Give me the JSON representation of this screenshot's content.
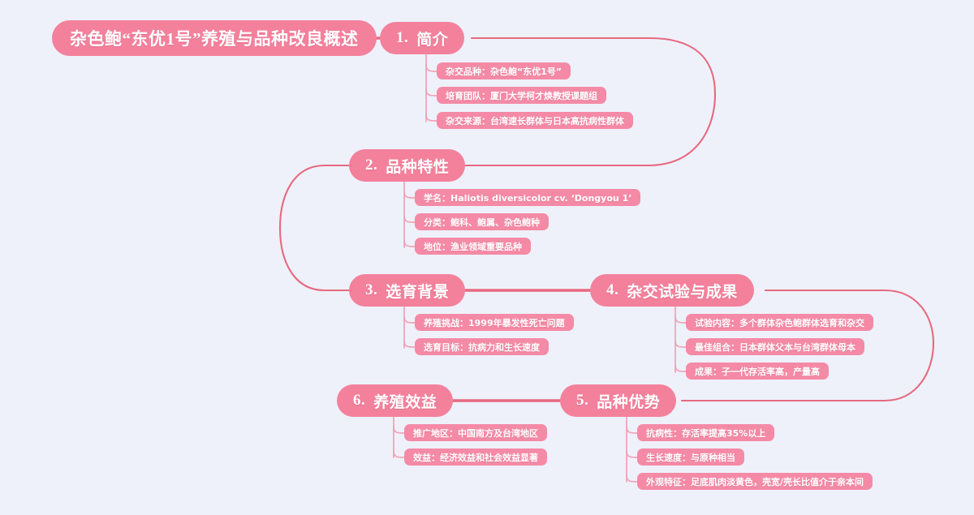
{
  "canvas": {
    "background_color": "#eef1fa",
    "node_color": "#f4819c",
    "leaf_color": "#f58aa6",
    "link_color": "#e8697f",
    "text_color": "#ffffff"
  },
  "root": {
    "label": "杂色鲍“东优1号”养殖与品种改良概述"
  },
  "branches": [
    {
      "num": "1.",
      "label": "简介",
      "children": [
        {
          "label": "杂交品种：杂色鲍“东优1号”"
        },
        {
          "label": "培育团队：厦门大学柯才焕教授课题组"
        },
        {
          "label": "杂交来源：台湾速长群体与日本高抗病性群体"
        }
      ]
    },
    {
      "num": "2.",
      "label": "品种特性",
      "children": [
        {
          "label": "学名：Haliotis diversicolor cv. ‘Dongyou 1’"
        },
        {
          "label": "分类：鲍科、鲍属、杂色鲍种"
        },
        {
          "label": "地位：渔业领域重要品种"
        }
      ]
    },
    {
      "num": "3.",
      "label": "选育背景",
      "children": [
        {
          "label": "养殖挑战：1999年暴发性死亡问题"
        },
        {
          "label": "选育目标：抗病力和生长速度"
        }
      ]
    },
    {
      "num": "4.",
      "label": "杂交试验与成果",
      "children": [
        {
          "label": "试验内容：多个群体杂色鲍群体选育和杂交"
        },
        {
          "label": "最佳组合：日本群体父本与台湾群体母本"
        },
        {
          "label": "成果：子一代存活率高，产量高"
        }
      ]
    },
    {
      "num": "5.",
      "label": "品种优势",
      "children": [
        {
          "label": "抗病性：存活率提高35%以上"
        },
        {
          "label": "生长速度：与原种相当"
        },
        {
          "label": "外观特征：足底肌肉淡黄色，壳宽/壳长比值介于亲本间"
        }
      ]
    },
    {
      "num": "6.",
      "label": "养殖效益",
      "children": [
        {
          "label": "推广地区：中国南方及台湾地区"
        },
        {
          "label": "效益：经济效益和社会效益显著"
        }
      ]
    }
  ]
}
